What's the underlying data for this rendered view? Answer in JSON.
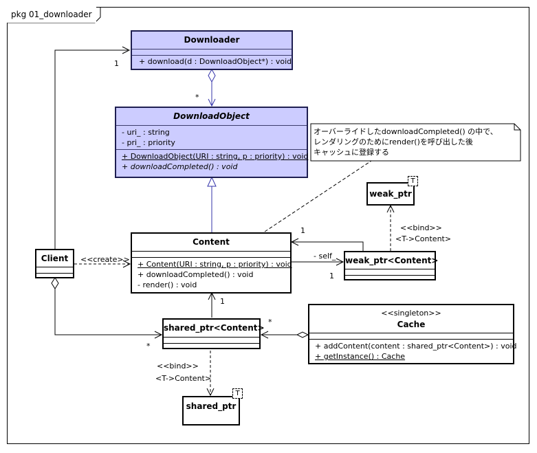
{
  "package": {
    "label": "pkg 01_downloader"
  },
  "classes": {
    "downloader": {
      "name": "Downloader",
      "operations": [
        "+ download(d : DownloadObject*) : void"
      ]
    },
    "download_object": {
      "name": "DownloadObject",
      "attributes": [
        "- uri_ : string",
        "- pri_ : priority"
      ],
      "operations": [
        "+ DownloadObject(URI : string, p : priority) : void",
        "+ downloadCompleted() : void"
      ]
    },
    "content": {
      "name": "Content",
      "operations": [
        "+ Content(URI : string, p : priority) : void",
        "+ downloadCompleted() : void",
        "- render() : void"
      ]
    },
    "client": {
      "name": "Client"
    },
    "weak_ptr_content": {
      "name": "weak_ptr<Content>"
    },
    "weak_ptr": {
      "name": "weak_ptr",
      "template_param": "T"
    },
    "shared_ptr_content": {
      "name": "shared_ptr<Content>"
    },
    "shared_ptr": {
      "name": "shared_ptr",
      "template_param": "T"
    },
    "cache": {
      "stereotype": "<<singleton>>",
      "name": "Cache",
      "operations": [
        "+ addContent(content : shared_ptr<Content>) : void",
        "+ getInstance() : Cache"
      ]
    }
  },
  "note": {
    "lines": [
      "オーバーライドしたdownloadCompleted() の中で、",
      "レンダリングのためにrender()を呼び出した後",
      "キャッシュに登録する"
    ]
  },
  "relations": {
    "client_downloader_mult": "1",
    "downloader_object_mult": "*",
    "create_label": "<<create>>",
    "self_label": "- self_",
    "self_mult_top": "1",
    "self_mult_bottom": "1",
    "bind_weak": "<<bind>>",
    "bind_weak_param": "<T->Content>",
    "content_shared_mult": "1",
    "cache_shared_mult": "*",
    "client_shared_mult": "*",
    "bind_shared": "<<bind>>",
    "bind_shared_param": "<T->Content>"
  }
}
